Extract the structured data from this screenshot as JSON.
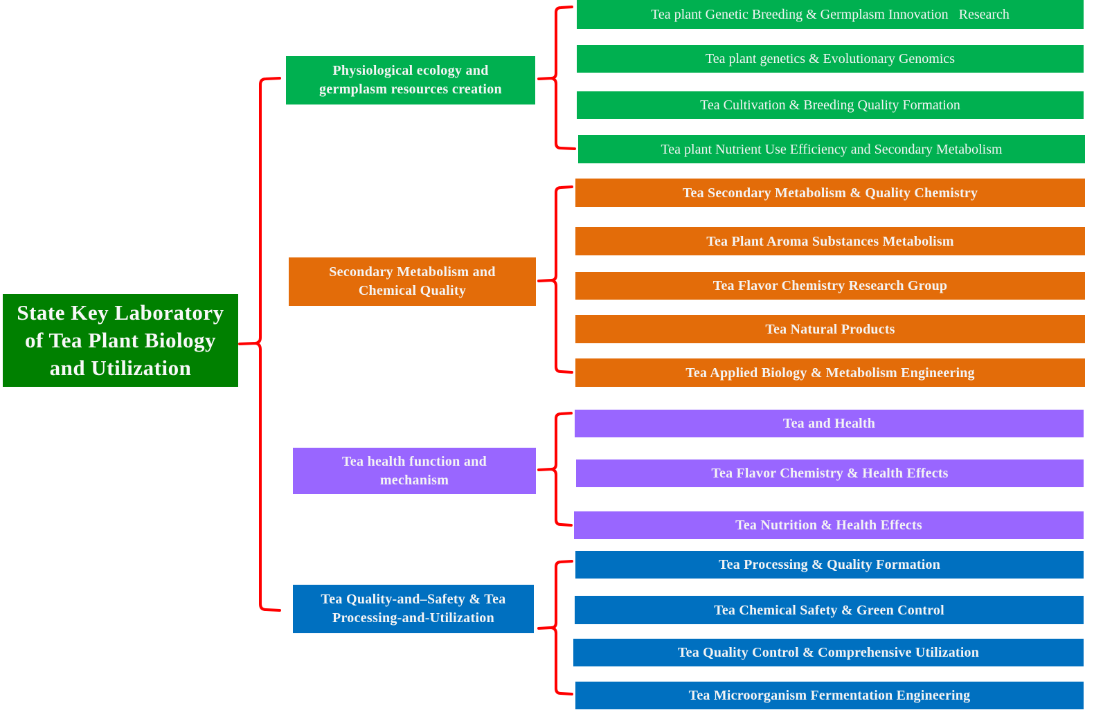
{
  "colors": {
    "root": "#008000",
    "physiology": "#00b050",
    "metabolism": "#e36c09",
    "health": "#9966ff",
    "quality": "#0070c0",
    "brace": "#ff0000",
    "text": "#f4f4f4"
  },
  "root": {
    "lines": [
      "State Key Laboratory",
      "of Tea Plant Biology",
      "and Utilization"
    ]
  },
  "categories": [
    {
      "id": "physiology",
      "lines": [
        "Physiological ecology and",
        "germplasm resources creation"
      ],
      "groups": [
        "Tea plant Genetic Breeding & Germplasm Innovation   Research",
        "Tea plant genetics & Evolutionary Genomics",
        "Tea Cultivation & Breeding Quality Formation",
        "Tea plant Nutrient Use Efficiency and Secondary Metabolism"
      ]
    },
    {
      "id": "metabolism",
      "lines": [
        "Secondary Metabolism and",
        "Chemical Quality"
      ],
      "groups": [
        "Tea Secondary Metabolism & Quality Chemistry",
        "Tea Plant Aroma Substances Metabolism",
        "Tea Flavor Chemistry Research Group",
        "Tea Natural Products",
        "Tea Applied Biology & Metabolism Engineering"
      ]
    },
    {
      "id": "health",
      "lines": [
        "Tea health function and",
        "mechanism"
      ],
      "groups": [
        "Tea and Health",
        "Tea Flavor Chemistry & Health Effects",
        "Tea Nutrition & Health Effects"
      ]
    },
    {
      "id": "quality",
      "lines": [
        "Tea Quality-and–Safety & Tea",
        "Processing-and-Utilization"
      ],
      "groups": [
        "Tea Processing & Quality Formation",
        "Tea Chemical Safety & Green Control",
        "Tea Quality Control & Comprehensive Utilization",
        "Tea Microorganism Fermentation Engineering"
      ]
    }
  ]
}
